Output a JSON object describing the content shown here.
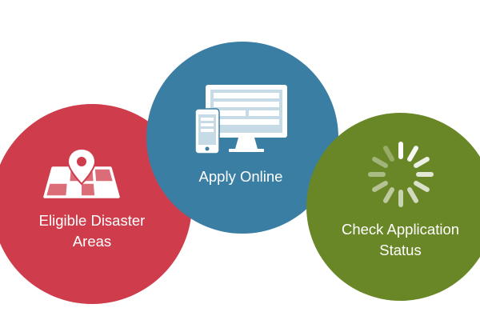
{
  "colors": {
    "red": "#cf3d4c",
    "blue": "#3a7ea3",
    "green": "#6a8728",
    "icon": "#ffffff"
  },
  "cards": {
    "eligible": {
      "line1": "Eligible Disaster",
      "line2": "Areas",
      "icon": "map-pin-icon"
    },
    "apply": {
      "line1": "Apply Online",
      "icon": "devices-icon"
    },
    "status": {
      "line1": "Check Application",
      "line2": "Status",
      "icon": "loading-spinner-icon"
    }
  }
}
